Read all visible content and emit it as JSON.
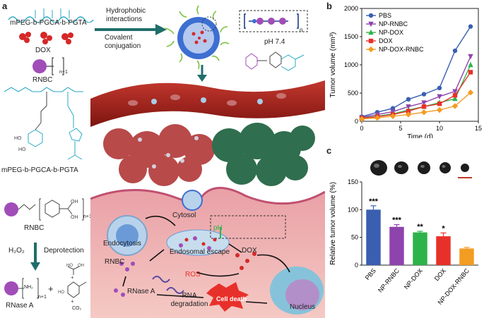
{
  "panels": {
    "a": "a",
    "b": "b",
    "c": "c"
  },
  "left": {
    "polymer1": "mPEG-b-PGCA-b-PGTA",
    "dox": "DOX",
    "rnbc": "RNBC",
    "rnbc_n": "n+1",
    "polymer2": "mPEG-b-PGCA-b-PGTA",
    "rnbc2": "RNBC",
    "h2o2": "H₂O₂",
    "deprotection": "Deprotection",
    "rnase_a": "RNase A",
    "plus": "+",
    "nh2": "NH₂",
    "co2": "CO₂"
  },
  "process": {
    "hydrophobic": "Hydrophobic interactions",
    "covalent": "Covalent conjugation",
    "ph": "pH 7.4",
    "n": "n"
  },
  "cell": {
    "cytosol": "Cytosol",
    "endocytosis": "Endocytosis",
    "endosomal_escape": "Endosomal escape",
    "ph_down": "pH",
    "rnbc": "RNBC",
    "dox": "DOX",
    "ros": "ROS",
    "rnase_a": "RNase A",
    "rna_degradation": "RNA degradation",
    "cell_death": "Cell death",
    "nucleus": "Nucleus"
  },
  "colors": {
    "PBS": "#3a5fb0",
    "NP-RNBC": "#8e44ad",
    "NP-DOX": "#2db34a",
    "DOX": "#e8302a",
    "NP-DOX-RNBC": "#f39c22"
  },
  "chart_data": [
    {
      "type": "line",
      "xlabel": "Time (d)",
      "ylabel": "Tumor volume (mm³)",
      "xlim": [
        0,
        15
      ],
      "ylim": [
        0,
        2000
      ],
      "xticks": [
        0,
        5,
        10,
        15
      ],
      "yticks": [
        0,
        500,
        1000,
        1500,
        2000
      ],
      "legend_position": "top-left",
      "x": [
        0,
        2,
        4,
        6,
        8,
        10,
        12,
        14
      ],
      "series": [
        {
          "name": "PBS",
          "values": [
            80,
            160,
            230,
            390,
            480,
            590,
            1250,
            1680
          ],
          "marker": "circle"
        },
        {
          "name": "NP-RNBC",
          "values": [
            70,
            120,
            170,
            260,
            330,
            440,
            530,
            1150
          ],
          "marker": "triangle-down"
        },
        {
          "name": "NP-DOX",
          "values": [
            60,
            90,
            130,
            200,
            260,
            330,
            400,
            1000
          ],
          "marker": "triangle-up"
        },
        {
          "name": "DOX",
          "values": [
            55,
            80,
            120,
            180,
            260,
            310,
            460,
            870
          ],
          "marker": "square"
        },
        {
          "name": "NP-DOX-RNBC",
          "values": [
            40,
            60,
            90,
            120,
            160,
            200,
            270,
            510
          ],
          "marker": "diamond"
        }
      ]
    },
    {
      "type": "bar",
      "ylabel": "Relative tumor volume (%)",
      "ylim": [
        0,
        150
      ],
      "yticks": [
        0,
        50,
        100,
        150
      ],
      "categories": [
        "PBS",
        "NP-RNBC",
        "NP-DOX",
        "DOX",
        "NP-DOX-RNBC"
      ],
      "values": [
        100,
        69,
        59,
        52,
        30
      ],
      "errors": [
        7,
        4,
        2,
        6,
        2
      ],
      "significance": [
        "***",
        "***",
        "**",
        "*",
        ""
      ]
    }
  ]
}
